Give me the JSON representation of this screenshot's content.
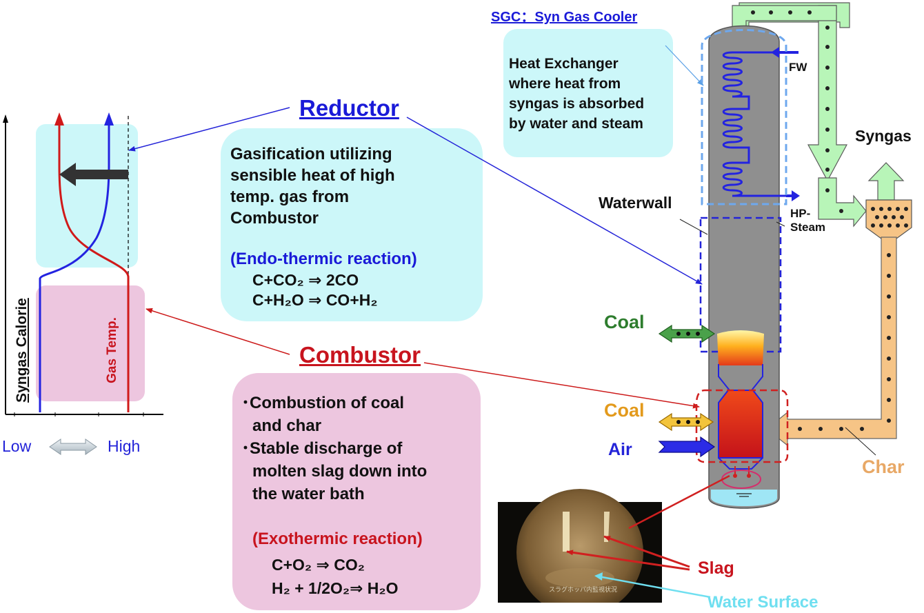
{
  "headings": {
    "reductor": "Reductor",
    "combustor": "Combustor",
    "sgc": "SGC：Syn Gas Cooler"
  },
  "reductor_box": {
    "lines": [
      "Gasification utilizing",
      "sensible heat of high",
      "temp. gas from",
      "Combustor"
    ],
    "reaction_type": "(Endo-thermic reaction)",
    "equations": [
      "C+CO₂ ⇒ 2CO",
      "C+H₂O ⇒ CO+H₂"
    ]
  },
  "combustor_box": {
    "bullets": [
      [
        "･Combustion of coal",
        "and char"
      ],
      [
        "･Stable discharge of",
        "molten slag down into",
        "the water bath"
      ]
    ],
    "reaction_type": "(Exothermic reaction)",
    "equations": [
      "C+O₂ ⇒ CO₂",
      "H₂ + 1/2O₂⇒  H₂O"
    ]
  },
  "sgc_box": {
    "lines": [
      "Heat Exchanger",
      "where heat from",
      "syngas is absorbed",
      "by water and steam"
    ]
  },
  "graph": {
    "y_label": "Syngas Calorie",
    "curve_label": "Gas Temp.",
    "axis_low": "Low",
    "axis_high": "High"
  },
  "labels": {
    "fw": "FW",
    "hp_steam_1": "HP-",
    "hp_steam_2": "Steam",
    "syngas": "Syngas",
    "waterwall": "Waterwall",
    "coal_top": "Coal",
    "coal_bottom": "Coal",
    "air": "Air",
    "char": "Char",
    "slag": "Slag",
    "water_surface": "Water Surface",
    "photo_caption": "スラグホッパ内監視状況"
  },
  "colors": {
    "reductor_blue": "#1a1ad8",
    "combustor_red": "#c8141e",
    "coal_green": "#2e7d2e",
    "coal_orange": "#e39a1c",
    "char_tan": "#e8a866",
    "syngas_green": "#b8f5b8",
    "water_surface_cyan": "#6fdff0"
  },
  "icons": [
    "double-arrow-icon",
    "slag-photo"
  ]
}
